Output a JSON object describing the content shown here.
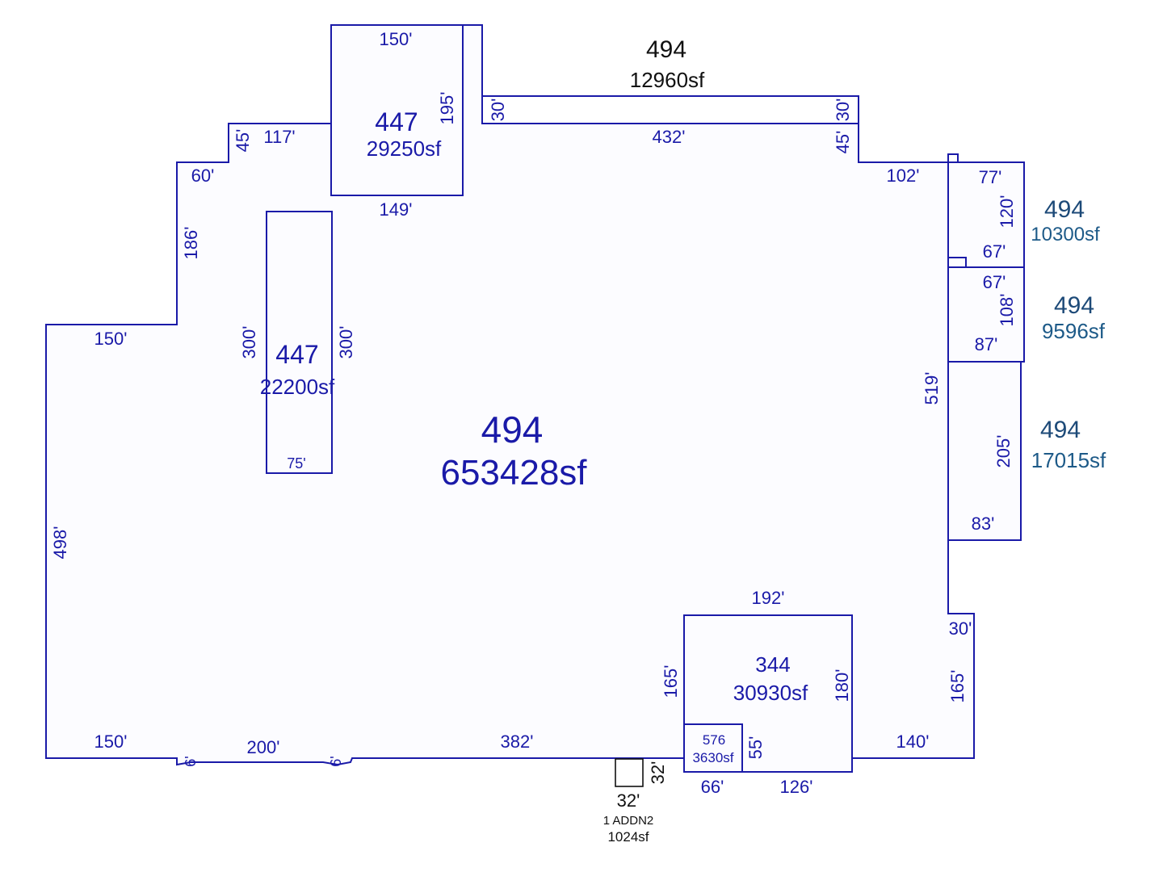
{
  "main": {
    "code": "494",
    "area": "653428sf"
  },
  "sections": {
    "s447_top": {
      "code": "447",
      "area": "29250sf"
    },
    "s447_left": {
      "code": "447",
      "area": "22200sf"
    },
    "s494_top": {
      "code": "494",
      "area": "12960sf"
    },
    "s494_r1": {
      "code": "494",
      "area": "10300sf"
    },
    "s494_r2": {
      "code": "494",
      "area": "9596sf"
    },
    "s494_r3": {
      "code": "494",
      "area": "17015sf"
    },
    "s344": {
      "code": "344",
      "area": "30930sf"
    },
    "s576": {
      "code": "576",
      "area": "3630sf"
    },
    "addn": {
      "label": "1 ADDN2",
      "area": "1024sf"
    }
  },
  "dims": {
    "d150_top": "150'",
    "d195": "195'",
    "d30_a": "30'",
    "d30_b": "30'",
    "d432": "432'",
    "d45_a": "45'",
    "d117": "117'",
    "d45_b": "45'",
    "d60": "60'",
    "d149": "149'",
    "d102": "102'",
    "d77": "77'",
    "d120": "120'",
    "d67_a": "67'",
    "d67_b": "67'",
    "d108": "108'",
    "d87": "87'",
    "d186": "186'",
    "d150_left": "150'",
    "d300_a": "300'",
    "d300_b": "300'",
    "d75": "75'",
    "d519": "519'",
    "d205": "205'",
    "d83": "83'",
    "d498": "498'",
    "d192": "192'",
    "d30_c": "30'",
    "d165_a": "165'",
    "d180": "180'",
    "d165_b": "165'",
    "d150_bot": "150'",
    "d6_a": "6'",
    "d200": "200'",
    "d6_b": "6'",
    "d382": "382'",
    "d55": "55'",
    "d140": "140'",
    "d32_a": "32'",
    "d32_b": "32'",
    "d66": "66'",
    "d126": "126'"
  },
  "colors": {
    "line": "#1a1aa8",
    "text_teal": "#1d4a78"
  }
}
